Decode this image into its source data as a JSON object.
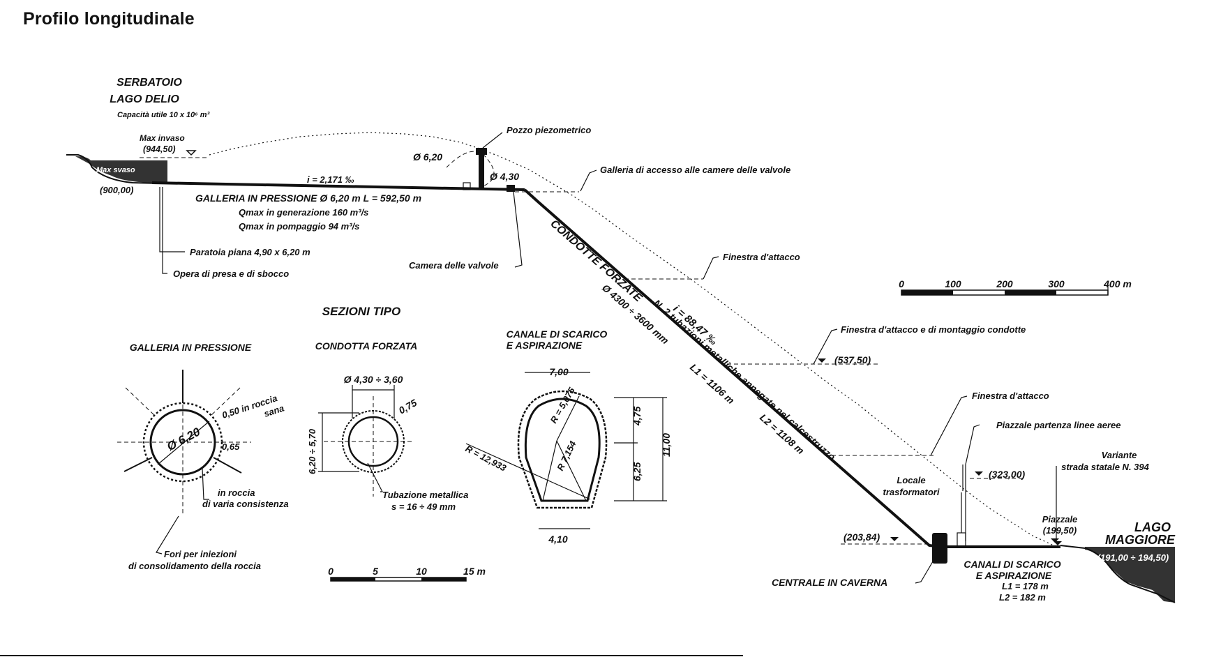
{
  "title": "Profilo longitudinale",
  "reservoir": {
    "name_line1": "SERBATOIO",
    "name_line2": "LAGO DELIO",
    "capacity": "Capacità utile 10 x 10⁶ m³",
    "max_invaso_label": "Max invaso",
    "max_invaso_value": "(944,50)",
    "max_svaso_label": "Max svaso",
    "min_level": "(900,00)"
  },
  "gallery": {
    "slope": "i = 2,171 ‰",
    "label": "GALLERIA IN PRESSIONE Ø 6,20 m   L = 592,50 m",
    "qmax_gen": "Qmax in generazione 160 m³/s",
    "qmax_pump": "Qmax in pompaggio 94 m³/s",
    "gate": "Paratoia piana 4,90 x 6,20 m",
    "intake": "Opera di presa e di sbocco"
  },
  "surge": {
    "label": "Pozzo piezometrico",
    "d1": "Ø 6,20",
    "d2": "Ø 4,30"
  },
  "valves": {
    "access": "Galleria di accesso alle camere delle valvole",
    "chamber": "Camera delle valvole"
  },
  "penstock": {
    "title": "CONDOTTE FORZATE",
    "diam": "Ø 4300 ÷ 3600 mm",
    "slope": "i = 88,47 ‰",
    "desc": "N. 2 tubazioni metalliche annegate nel calcestruzzo",
    "l1": "L1 = 1106 m",
    "l2": "L2 = 1108 m"
  },
  "windows": {
    "w1": "Finestra d'attacco",
    "w2": "Finestra d'attacco e di montaggio condotte",
    "w2_level": "(537,50)",
    "w3": "Finestra d'attacco"
  },
  "piazzale_linee": "Piazzale partenza linee aeree",
  "piazzale_level": "(323,00)",
  "locale": [
    "Locale",
    "trasformatori"
  ],
  "variante": [
    "Variante",
    "strada statale N. 394"
  ],
  "piazzale2": [
    "Piazzale",
    "(199,50)"
  ],
  "lago": {
    "line1": "LAGO",
    "line2": "MAGGIORE",
    "level": "(191,00 ÷ 194,50)"
  },
  "centrale": {
    "label": "CENTRALE IN CAVERNA",
    "level": "(203,84)"
  },
  "canali": {
    "line1": "CANALI DI SCARICO",
    "line2": "E ASPIRAZIONE",
    "l1": "L1 = 178 m",
    "l2": "L2 = 182 m"
  },
  "scale_main": {
    "ticks": [
      "0",
      "100",
      "200",
      "300",
      "400 m"
    ]
  },
  "sections": {
    "title": "SEZIONI TIPO",
    "galleria": {
      "title": "GALLERIA IN PRESSIONE",
      "diam": "Ø 6,20",
      "t1": "0,50 in roccia",
      "t1b": "sana",
      "t2": "0,65",
      "rock": [
        "in roccia",
        "di varia consistenza"
      ],
      "holes": [
        "Fori per iniezioni",
        "di consolidamento della roccia"
      ]
    },
    "condotta": {
      "title": "CONDOTTA FORZATA",
      "diam": "Ø 4,30 ÷ 3,60",
      "height": "6,20 ÷ 5,70",
      "t": "0,75",
      "pipe": [
        "Tubazione metallica",
        "s = 16 ÷ 49 mm"
      ]
    },
    "canale": {
      "title1": "CANALE DI SCARICO",
      "title2": "E ASPIRAZIONE",
      "top": "7,00",
      "bottom": "4,10",
      "r1": "R = 5,075",
      "r2": "R 7,154",
      "r3": "R = 12,933",
      "h1": "4,75",
      "h2": "6,25",
      "htot": "11,00"
    },
    "scale": {
      "ticks": [
        "0",
        "5",
        "10",
        "15 m"
      ]
    }
  }
}
